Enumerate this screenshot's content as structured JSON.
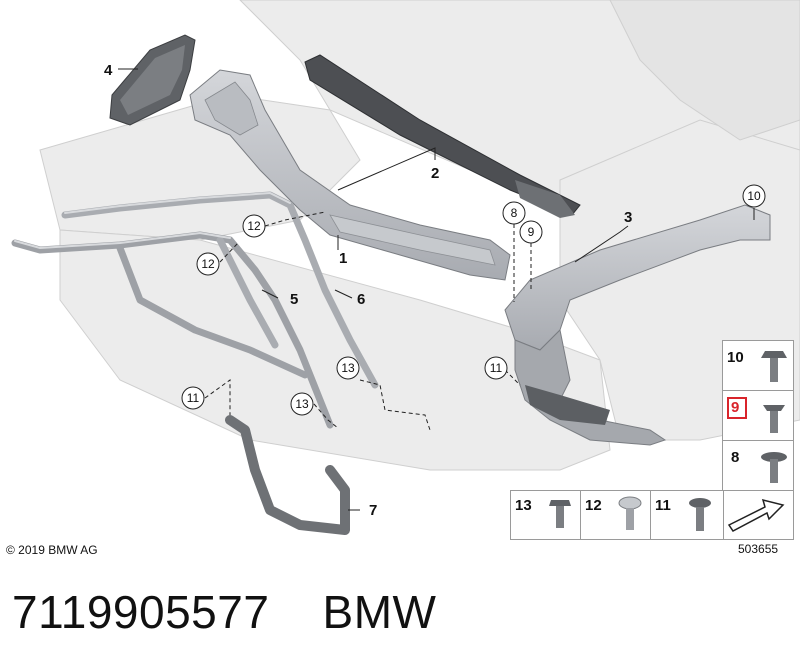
{
  "callouts": {
    "c1": "1",
    "c2": "2",
    "c3": "3",
    "c4": "4",
    "c5": "5",
    "c6": "6",
    "c7": "7",
    "c8": "8",
    "c9": "9",
    "c10": "10",
    "c11a": "11",
    "c11b": "11",
    "c12a": "12",
    "c12b": "12",
    "c13a": "13",
    "c13b": "13"
  },
  "legend": {
    "item10": "10",
    "item9": "9",
    "item8": "8",
    "item13": "13",
    "item12": "12",
    "item11": "11",
    "highlight_color": "#d9242b"
  },
  "footer": {
    "copyright": "© 2019 BMW AG",
    "diagram_id": "503655",
    "part_number": "7119905577",
    "brand": "BMW"
  }
}
